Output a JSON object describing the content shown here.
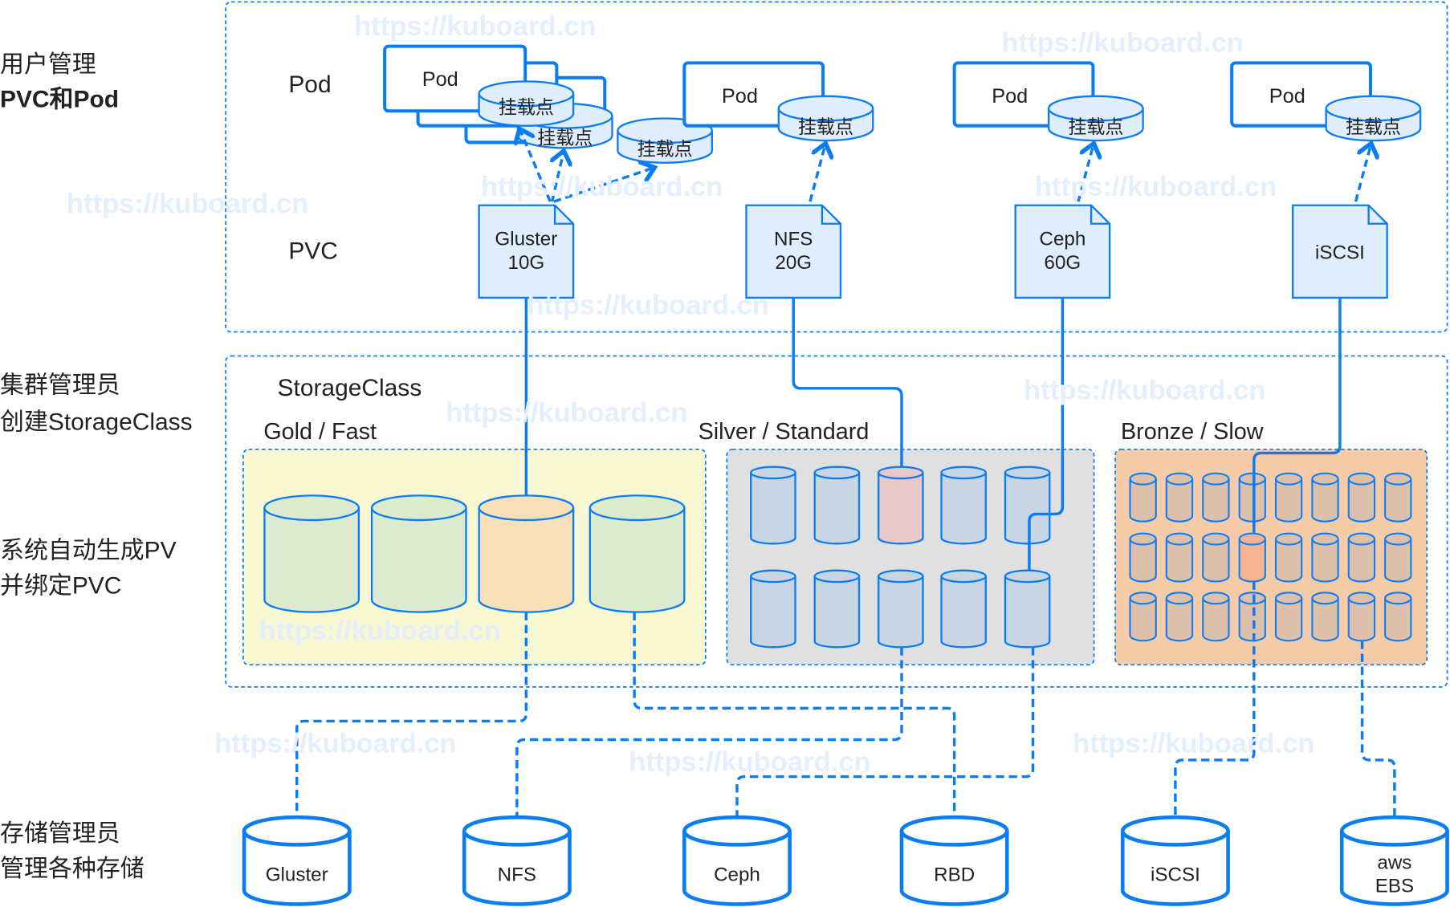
{
  "colors": {
    "accent": "#0a7cf4",
    "gold_area": "#f8f8d2",
    "gold_cyl": "#dcebd0",
    "gold_used": "#f9e0b8",
    "silver_area": "#e0e0e0",
    "silver_cyl": "#c8d6e4",
    "silver_used": "#e8c8c8",
    "bronze_area": "#f5cba8",
    "bronze_cyl": "#dcc0ac",
    "bronze_used": "#f4b494"
  },
  "left_labels": {
    "user_line1": "用户管理",
    "user_line2": "PVC和Pod",
    "admin_line1": "集群管理员",
    "admin_line2": "创建StorageClass",
    "auto_line1": "系统自动生成PV",
    "auto_line2": "并绑定PVC",
    "storage_line1": "存储管理员",
    "storage_line2": "管理各种存储"
  },
  "row_labels": {
    "pod": "Pod",
    "pvc": "PVC",
    "storageclass": "StorageClass"
  },
  "pods": [
    {
      "label": "Pod",
      "mount": "挂载点"
    },
    {
      "label": "Pod",
      "mount": "挂载点"
    },
    {
      "label": "Pod",
      "mount": "挂载点"
    },
    {
      "label": "Pod",
      "mount": "挂载点"
    }
  ],
  "stacked_mounts": [
    "挂载点",
    "挂载点"
  ],
  "pvcs": [
    {
      "line1": "Gluster",
      "line2": "10G"
    },
    {
      "line1": "NFS",
      "line2": "20G"
    },
    {
      "line1": "Ceph",
      "line2": "60G"
    },
    {
      "line1": "iSCSI",
      "line2": ""
    }
  ],
  "storage_classes": [
    {
      "label": "Gold / Fast"
    },
    {
      "label": "Silver / Standard"
    },
    {
      "label": "Bronze / Slow"
    }
  ],
  "backends": [
    {
      "line1": "Gluster",
      "line2": ""
    },
    {
      "line1": "NFS",
      "line2": ""
    },
    {
      "line1": "Ceph",
      "line2": ""
    },
    {
      "line1": "RBD",
      "line2": ""
    },
    {
      "line1": "iSCSI",
      "line2": ""
    },
    {
      "line1": "aws",
      "line2": "EBS"
    }
  ],
  "watermark": "https://kuboard.cn"
}
